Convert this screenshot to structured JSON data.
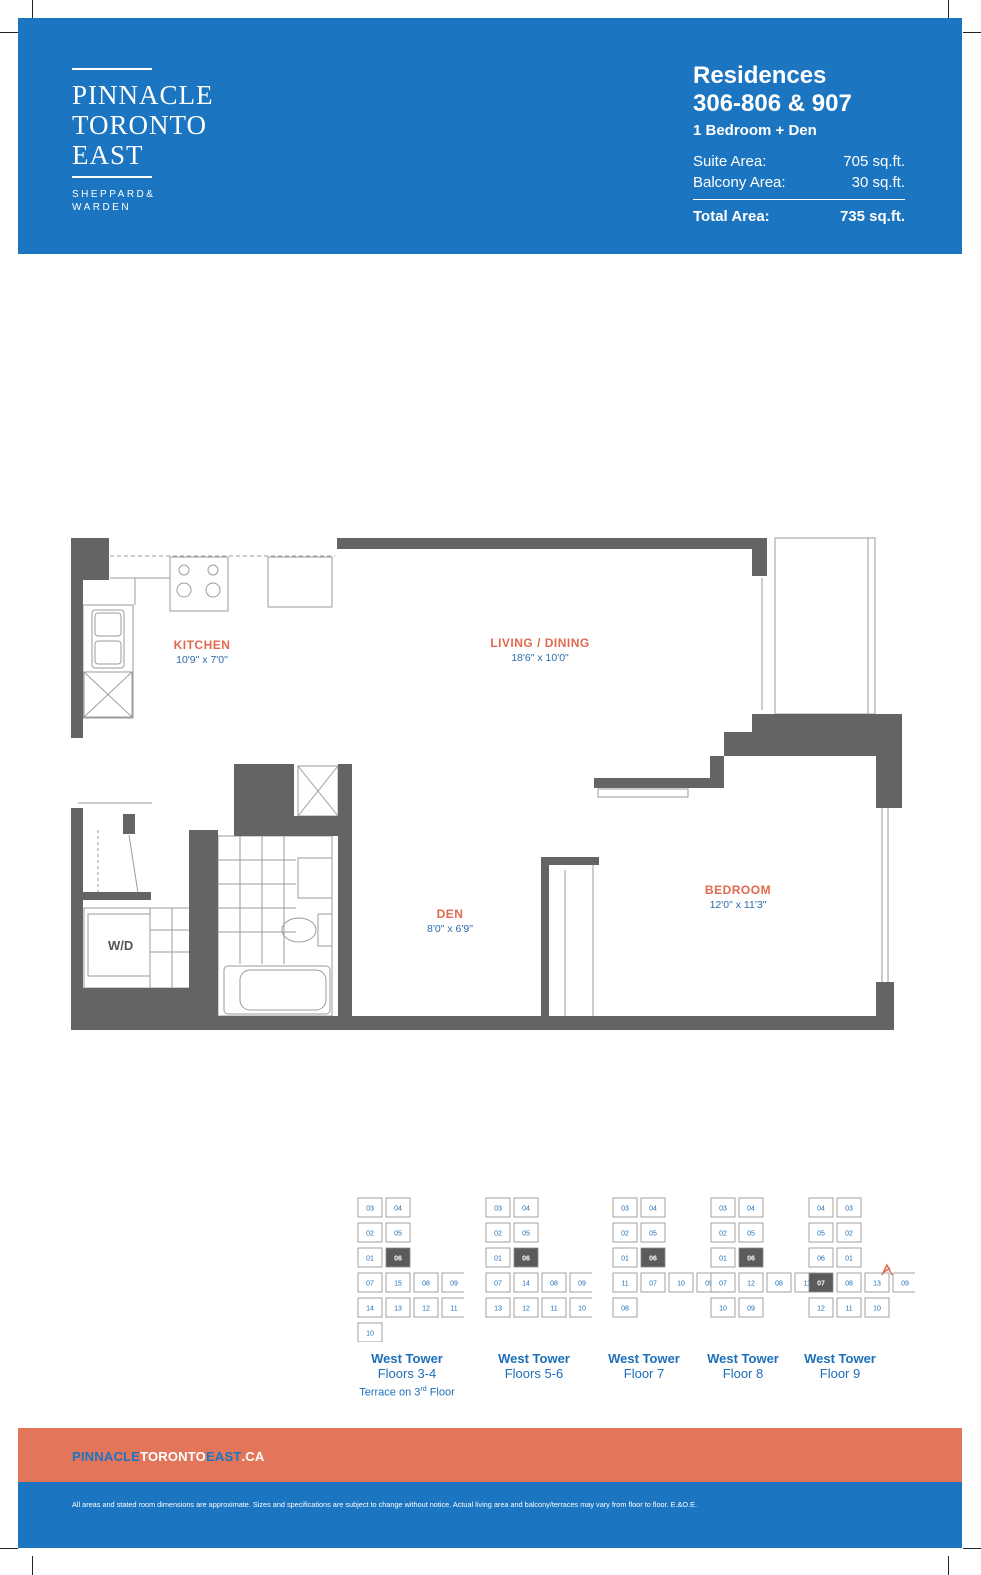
{
  "brand": {
    "logo_lines": [
      "PINNACLE",
      "TORONTO",
      "EAST"
    ],
    "sub_lines": [
      "SHEPPARD&",
      "WARDEN"
    ]
  },
  "residence": {
    "title_line1": "Residences",
    "title_line2": "306-806 & 907",
    "type": "1 Bedroom + Den",
    "suite_area_label": "Suite Area:",
    "suite_area_value": "705 sq.ft.",
    "balcony_area_label": "Balcony Area:",
    "balcony_area_value": "30 sq.ft.",
    "total_area_label": "Total Area:",
    "total_area_value": "735 sq.ft."
  },
  "rooms": [
    {
      "name": "KITCHEN",
      "dims": "10'9\" x 7'0\""
    },
    {
      "name": "LIVING / DINING",
      "dims": "18'6\" x 10'0\""
    },
    {
      "name": "DEN",
      "dims": "8'0\" x 6'9\""
    },
    {
      "name": "BEDROOM",
      "dims": "12'0\" x 11'3\""
    }
  ],
  "appliance_label": "W/D",
  "key_plans": [
    {
      "tower": "West Tower",
      "floors": "Floors 3-4",
      "terrace_prefix": "Terrace on 3",
      "terrace_sup": "rd",
      "terrace_suffix": " Floor",
      "units": [
        "03",
        "04",
        "02",
        "05",
        "01",
        "06",
        "07",
        "15",
        "08",
        "09",
        "14",
        "13",
        "12",
        "11",
        "10"
      ],
      "highlight": "06"
    },
    {
      "tower": "West Tower",
      "floors": "Floors 5-6",
      "units": [
        "03",
        "04",
        "02",
        "05",
        "01",
        "06",
        "07",
        "14",
        "08",
        "09",
        "13",
        "12",
        "11",
        "10"
      ],
      "highlight": "06"
    },
    {
      "tower": "West Tower",
      "floors": "Floor 7",
      "units": [
        "03",
        "04",
        "02",
        "05",
        "01",
        "06",
        "11",
        "07",
        "10",
        "09",
        "08"
      ],
      "highlight": "06"
    },
    {
      "tower": "West Tower",
      "floors": "Floor 8",
      "units": [
        "03",
        "04",
        "02",
        "05",
        "01",
        "06",
        "07",
        "12",
        "08",
        "11",
        "10",
        "09"
      ],
      "highlight": "06"
    },
    {
      "tower": "West Tower",
      "floors": "Floor 9",
      "units": [
        "04",
        "03",
        "05",
        "02",
        "06",
        "01",
        "07",
        "08",
        "13",
        "09",
        "12",
        "11",
        "10"
      ],
      "highlight": "07"
    }
  ],
  "footer": {
    "url_part1": "PINNACLE",
    "url_part2": "TORONTO",
    "url_part3": "EAST",
    "url_part4": ".CA",
    "disclaimer": "All areas and stated room dimensions are approximate. Sizes and specifications are subject to change without notice. Actual living area and balcony/terraces may vary from floor to floor. E.&O.E."
  },
  "colors": {
    "brand_blue": "#1c75c0",
    "accent_orange": "#e3765a",
    "wall_gray": "#636466"
  }
}
